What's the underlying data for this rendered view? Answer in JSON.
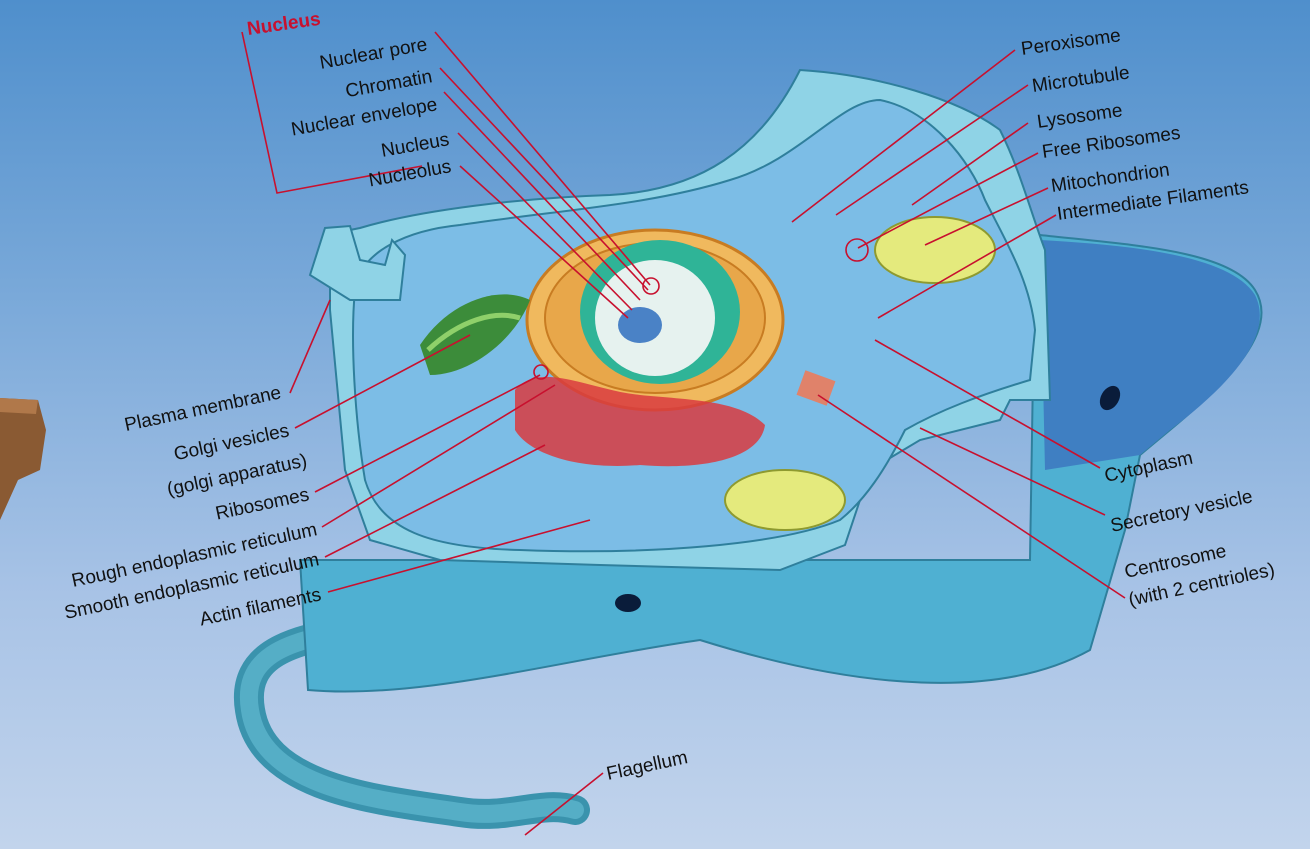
{
  "colors": {
    "leader": "#c8102e",
    "label_text": "#111111",
    "header": "#c8102e"
  },
  "labels": {
    "nucleus_header": "Nucleus",
    "nuclear_pore": "Nuclear pore",
    "chromatin": "Chromatin",
    "nuclear_envelope": "Nuclear envelope",
    "nucleus": "Nucleus",
    "nucleolus": "Nucleolus",
    "peroxisome": "Peroxisome",
    "microtubule": "Microtubule",
    "lysosome": "Lysosome",
    "free_ribosomes": "Free Ribosomes",
    "mitochondrion": "Mitochondrion",
    "intermediate_filaments": "Intermediate Filaments",
    "plasma_membrane": "Plasma membrane",
    "golgi_vesicles": "Golgi vesicles",
    "golgi_apparatus": "(golgi apparatus)",
    "ribosomes": "Ribosomes",
    "rough_er": "Rough endoplasmic reticulum",
    "smooth_er": "Smooth endoplasmic reticulum",
    "actin_filaments": "Actin filaments",
    "cytoplasm": "Cytoplasm",
    "secretory_vesicle": "Secretory vesicle",
    "centrosome": "Centrosome",
    "centrosome_note": "(with 2 centrioles)",
    "flagellum": "Flagellum"
  }
}
